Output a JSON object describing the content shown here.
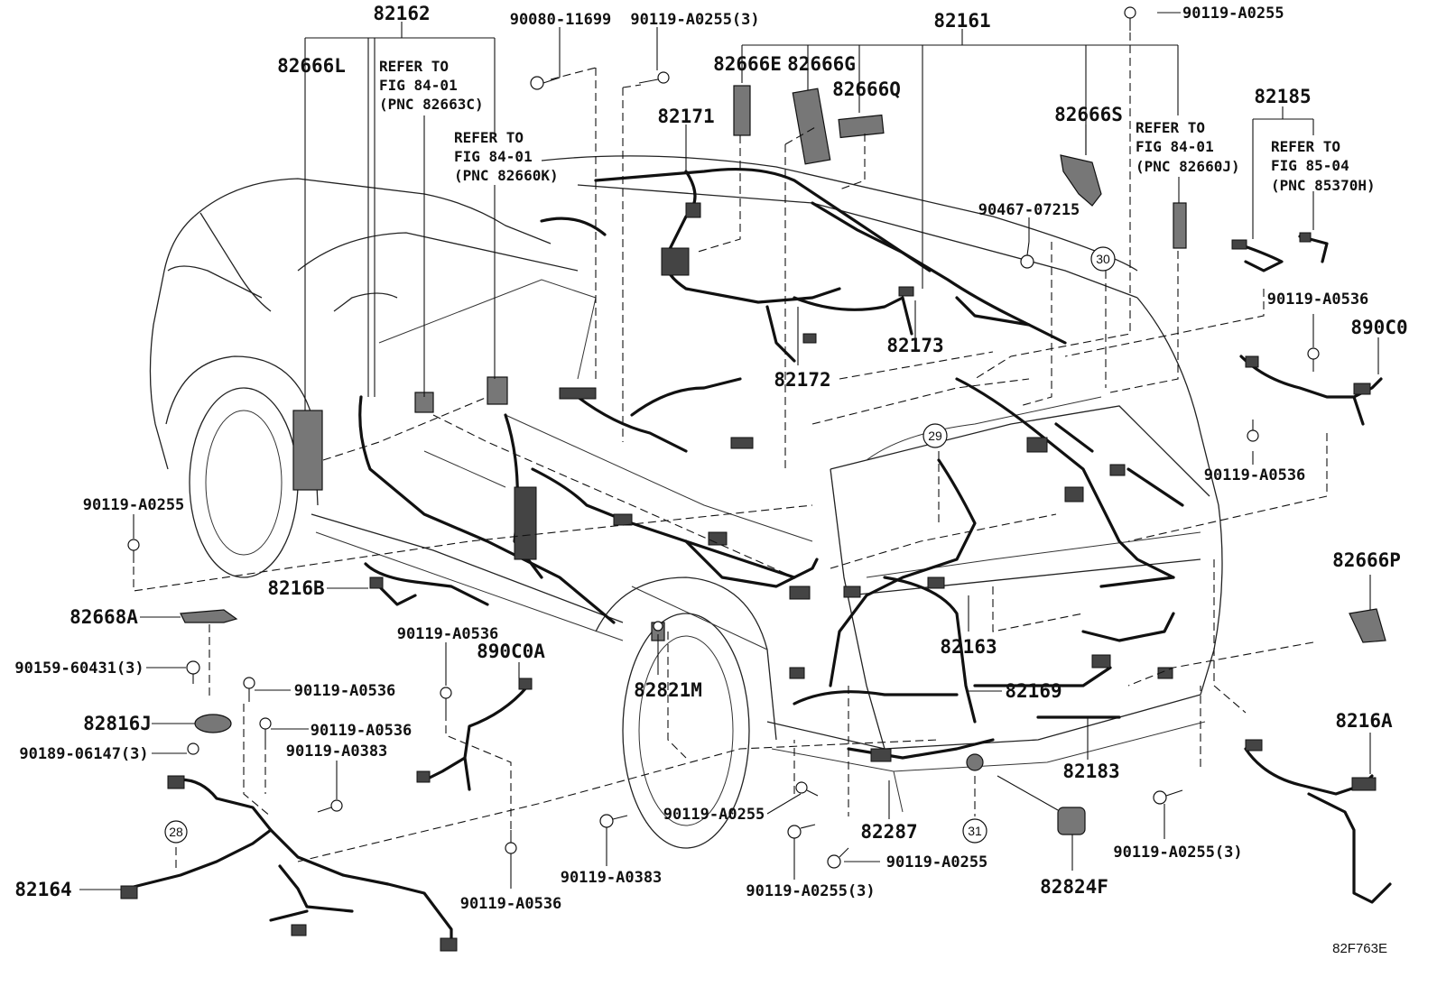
{
  "diagram_code": "82F763E",
  "labels": {
    "p82162": "82162",
    "p82161": "82161",
    "p90080": "90080-11699",
    "p90119_a0255_3_top": "90119-A0255(3)",
    "p90119_a0255_topright": "90119-A0255",
    "p82666L": "82666L",
    "refer1_l1": "REFER TO",
    "refer1_l2": "FIG 84-01",
    "refer1_l3": "(PNC 82663C)",
    "refer2_l1": "REFER TO",
    "refer2_l2": "FIG 84-01",
    "refer2_l3": "(PNC 82660K)",
    "p82666E": "82666E",
    "p82666G": "82666G",
    "p82666Q": "82666Q",
    "p82171": "82171",
    "p82666S": "82666S",
    "refer3_l1": "REFER TO",
    "refer3_l2": "FIG 84-01",
    "refer3_l3": "(PNC 82660J)",
    "p82185": "82185",
    "refer4_l1": "REFER TO",
    "refer4_l2": "FIG 85-04",
    "refer4_l3": "(PNC 85370H)",
    "p90467": "90467-07215",
    "p90119_a0536_r1": "90119-A0536",
    "p890C0": "890C0",
    "p82173": "82173",
    "p82172": "82172",
    "p90119_a0536_r2": "90119-A0536",
    "p90119_a0255_left": "90119-A0255",
    "p8216B": "8216B",
    "p82666P": "82666P",
    "p82668A": "82668A",
    "p90119_a0536_mid": "90119-A0536",
    "p890C0A": "890C0A",
    "p90159": "90159-60431(3)",
    "p90119_a0536_l1": "90119-A0536",
    "p82163": "82163",
    "p82821M": "82821M",
    "p82816J": "82816J",
    "p90119_a0536_l2": "90119-A0536",
    "p90189": "90189-06147(3)",
    "p90119_a0383_l": "90119-A0383",
    "p82169": "82169",
    "p8216A": "8216A",
    "p82183": "82183",
    "p90119_a0255_c": "90119-A0255",
    "p82287": "82287",
    "p90119_a0255_3_r": "90119-A0255(3)",
    "p90119_a0255_c2": "90119-A0255",
    "p82164": "82164",
    "p90119_a0383_b": "90119-A0383",
    "p90119_a0255_3_b": "90119-A0255(3)",
    "p82824F": "82824F",
    "p90119_a0536_b": "90119-A0536",
    "c28": "28",
    "c29": "29",
    "c30": "30",
    "c31": "31"
  }
}
